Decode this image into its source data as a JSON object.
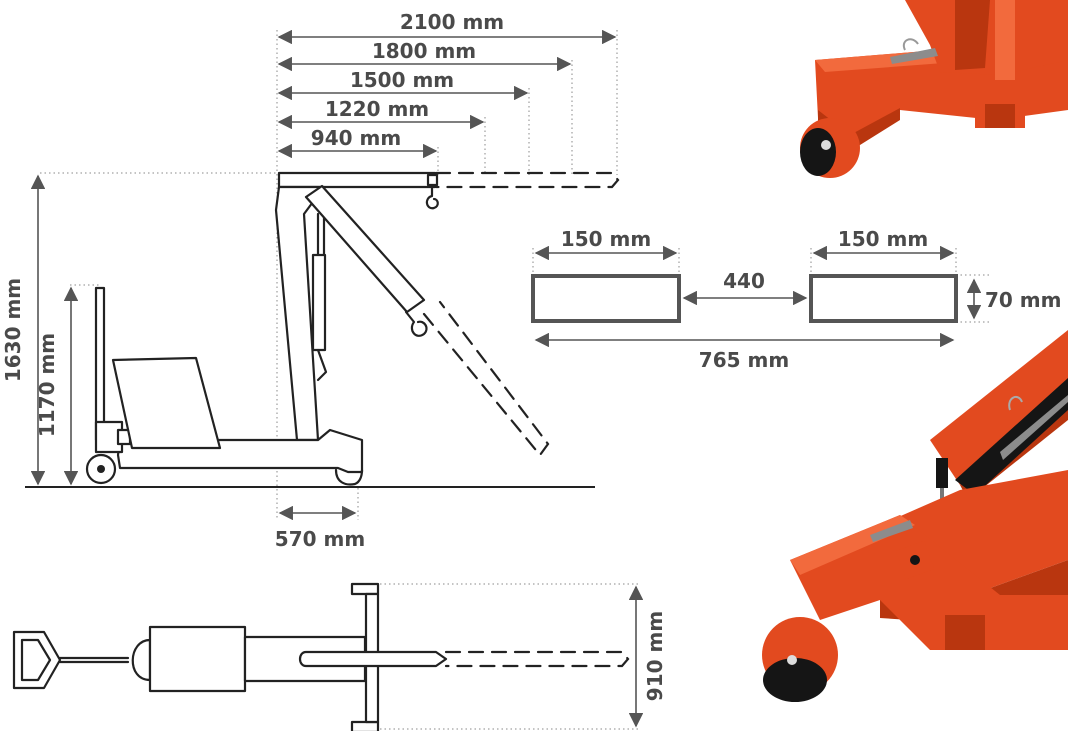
{
  "reach": {
    "d2100": "2100 mm",
    "d1800": "1800 mm",
    "d1500": "1500 mm",
    "d1220": "1220 mm",
    "d940": "940 mm"
  },
  "heights": {
    "overall": "1630 mm",
    "handle": "1170 mm"
  },
  "base": {
    "wheel_offset": "570 mm",
    "leg_span": "910 mm"
  },
  "section": {
    "left_width": "150 mm",
    "right_width": "150 mm",
    "gap": "440",
    "height": "70 mm",
    "total": "765 mm"
  },
  "colors": {
    "frame": "#e24a1f",
    "dimension_lines": "#555555",
    "text": "#4a4a4a"
  },
  "icons": [
    "crane-side-view",
    "crane-top-view",
    "leg-section",
    "crane-base-photo",
    "crane-boom-photo"
  ]
}
